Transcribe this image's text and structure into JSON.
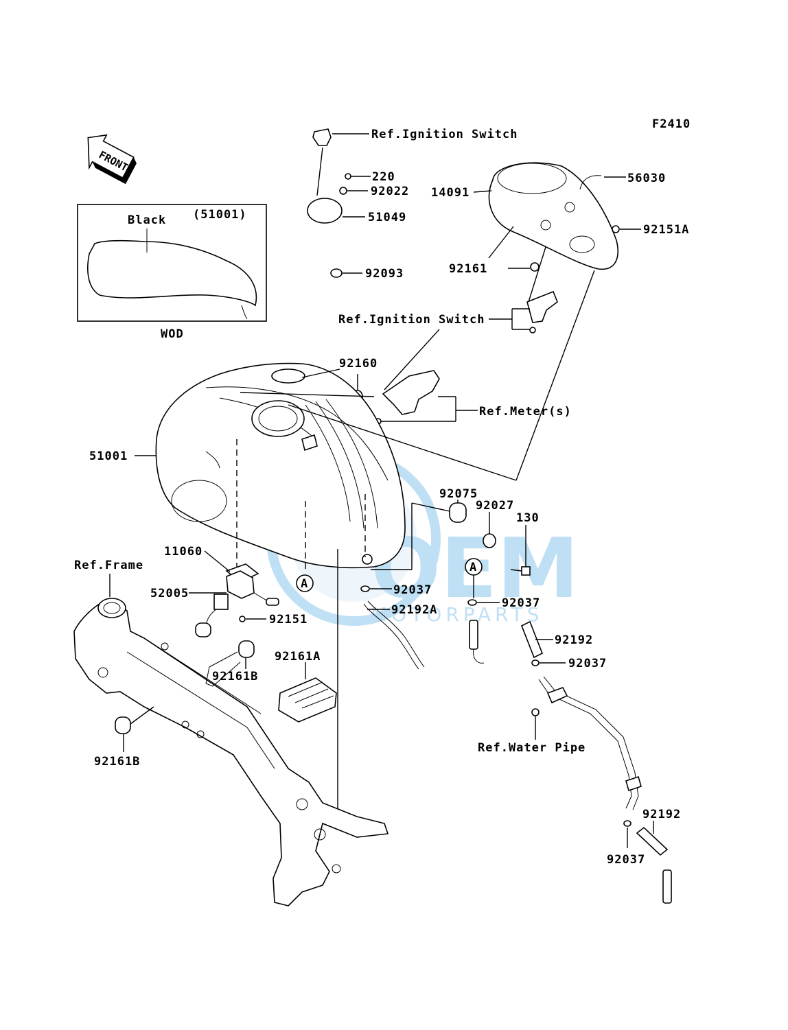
{
  "diagram_code": "F2410",
  "front_label": "FRONT",
  "inset": {
    "color_label": "Black",
    "part_ref": "(51001)",
    "caption": "WOD"
  },
  "labels": {
    "ref_ignition_switch_top": "Ref.Ignition Switch",
    "p220": "220",
    "p92022": "92022",
    "p51049": "51049",
    "p92093": "92093",
    "p14091": "14091",
    "p56030": "56030",
    "p92151A": "92151A",
    "p92161": "92161",
    "ref_ignition_switch_mid": "Ref.Ignition Switch",
    "p92160": "92160",
    "ref_meters": "Ref.Meter(s)",
    "p51001": "51001",
    "p92075": "92075",
    "p92027": "92027",
    "p130": "130",
    "p11060": "11060",
    "ref_frame": "Ref.Frame",
    "p52005": "52005",
    "p92037_a": "92037",
    "p92192A": "92192A",
    "p92037_b": "92037",
    "p92151": "92151",
    "p92161A": "92161A",
    "p92161B_a": "92161B",
    "p92192_a": "92192",
    "p92037_c": "92037",
    "ref_water_pipe": "Ref.Water Pipe",
    "p92161B_b": "92161B",
    "p92192_b": "92192",
    "p92037_d": "92037",
    "marker_a1": "A",
    "marker_a2": "A"
  },
  "watermark": {
    "brand": "OEM",
    "sub": "MOTORPARTS",
    "color": "#4aa8e0"
  }
}
